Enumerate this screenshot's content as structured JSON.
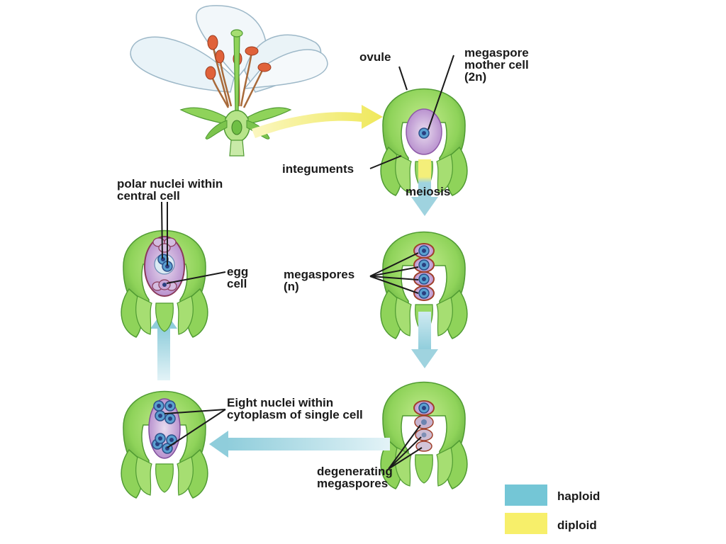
{
  "labels": {
    "ovule": "ovule",
    "megaspore_mother_cell": [
      "megaspore",
      "mother cell",
      "(2n)"
    ],
    "integuments": "integuments",
    "meiosis": "meiosis",
    "polar_nuclei": [
      "polar nuclei within",
      "central cell"
    ],
    "egg_cell": [
      "egg",
      "cell"
    ],
    "megaspores": [
      "megaspores",
      "(n)"
    ],
    "eight_nuclei": [
      "Eight nuclei within",
      "cytoplasm of single cell"
    ],
    "degenerating": [
      "degenerating",
      "megaspores"
    ]
  },
  "legend": [
    {
      "label": "haploid",
      "color": "#74c6d6"
    },
    {
      "label": "diploid",
      "color": "#f7ef6a"
    }
  ],
  "colors": {
    "ovule_green": "#8fd35a",
    "ovule_dark": "#5fa83a",
    "cytoplasm": "#c9a9d8",
    "nucleus": "#3f6fb5",
    "arrow_blue": "#9fd3df",
    "arrow_yellow": "#f4ef7a"
  }
}
